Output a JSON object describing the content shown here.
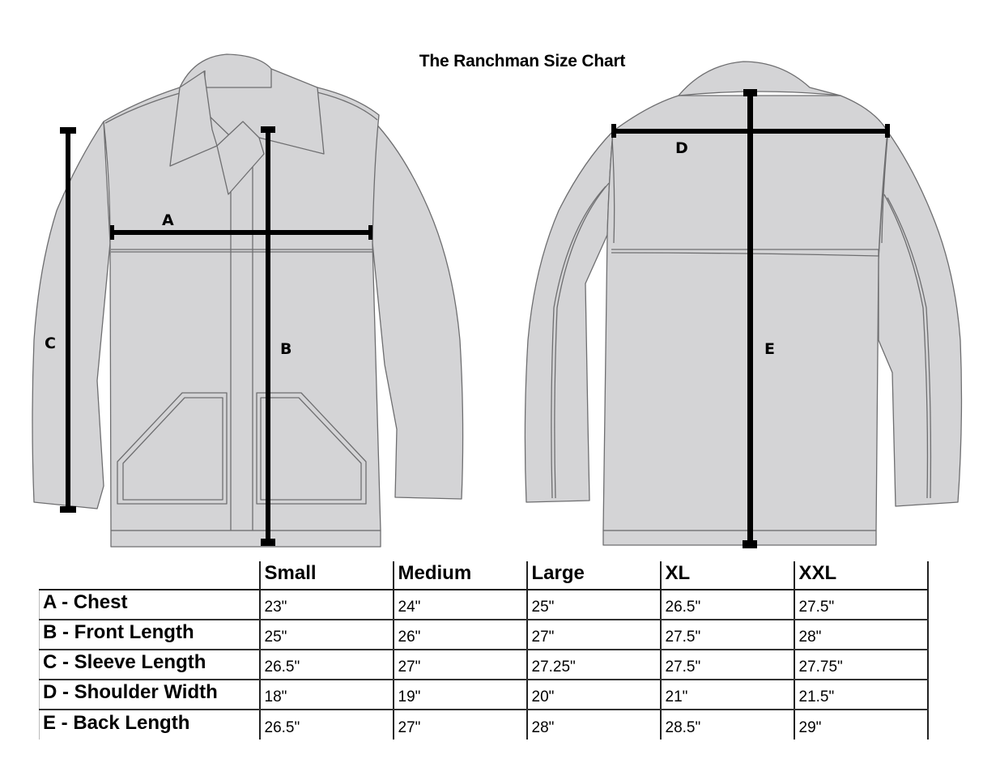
{
  "title": "The Ranchman Size Chart",
  "diagram": {
    "front_view": {
      "measurements": [
        {
          "label": "A",
          "meaning": "Chest",
          "orientation": "horizontal"
        },
        {
          "label": "B",
          "meaning": "Front Length",
          "orientation": "vertical"
        },
        {
          "label": "C",
          "meaning": "Sleeve Length",
          "orientation": "vertical"
        }
      ]
    },
    "back_view": {
      "measurements": [
        {
          "label": "D",
          "meaning": "Shoulder Width",
          "orientation": "horizontal"
        },
        {
          "label": "E",
          "meaning": "Back Length",
          "orientation": "vertical"
        }
      ]
    },
    "colors": {
      "jacket_fill": "#d4d4d6",
      "jacket_outline": "#6e6e70",
      "measure_line": "#000000",
      "background": "#ffffff"
    }
  },
  "table": {
    "headers": [
      "",
      "Small",
      "Medium",
      "Large",
      "XL",
      "XXL"
    ],
    "rows": [
      {
        "label": "A - Chest",
        "values": [
          "23\"",
          "24\"",
          "25\"",
          "26.5\"",
          "27.5\""
        ]
      },
      {
        "label": "B - Front Length",
        "values": [
          "25\"",
          "26\"",
          "27\"",
          "27.5\"",
          "28\""
        ]
      },
      {
        "label": "C - Sleeve Length",
        "values": [
          "26.5\"",
          "27\"",
          "27.25\"",
          "27.5\"",
          "27.75\""
        ]
      },
      {
        "label": "D - Shoulder Width",
        "values": [
          "18\"",
          "19\"",
          "20\"",
          "21\"",
          "21.5\""
        ]
      },
      {
        "label": "E - Back Length",
        "values": [
          "26.5\"",
          "27\"",
          "28\"",
          "28.5\"",
          "29\""
        ]
      }
    ]
  }
}
